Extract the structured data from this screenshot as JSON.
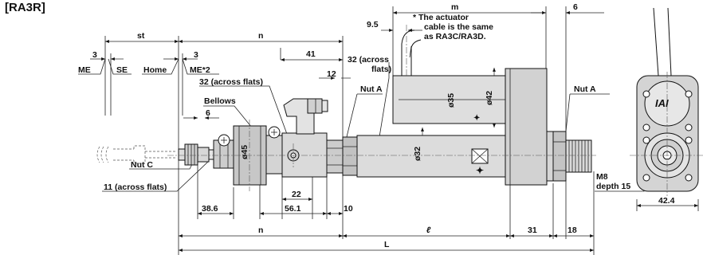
{
  "title": "[RA3R]",
  "labels": {
    "st": "st",
    "n_top": "n",
    "m": "m",
    "six_top": "6",
    "nine_five": "9.5",
    "note_line1": "* The actuator",
    "note_line2": "cable is the same",
    "note_line3": "as RA3C/RA3D.",
    "three_left": "3",
    "three_home": "3",
    "me": "ME",
    "se": "SE",
    "home": "Home",
    "me2": "ME*2",
    "forty_one": "41",
    "twelve": "12",
    "across_32_a": "32 (across",
    "across_32_b": "flats)",
    "across_32_flats": "32 (across flats)",
    "nut_a_left": "Nut A",
    "nut_a_right": "Nut A",
    "bellows": "Bellows",
    "six_mid": "6",
    "dia45": "ø45",
    "dia35": "ø35",
    "dia42": "ø42",
    "dia32": "ø32",
    "nut_c": "Nut C",
    "across_11": "11 (across flats)",
    "twenty_two": "22",
    "fifty_six": "56.1",
    "ten": "10",
    "thirty_eight": "38.6",
    "n_bottom": "n",
    "ell": "ℓ",
    "thirty_one": "31",
    "eighteen": "18",
    "L": "L",
    "m8_1": "M8",
    "m8_2": "depth 15",
    "forty_two_four": "42.4",
    "iai": "IAI"
  }
}
